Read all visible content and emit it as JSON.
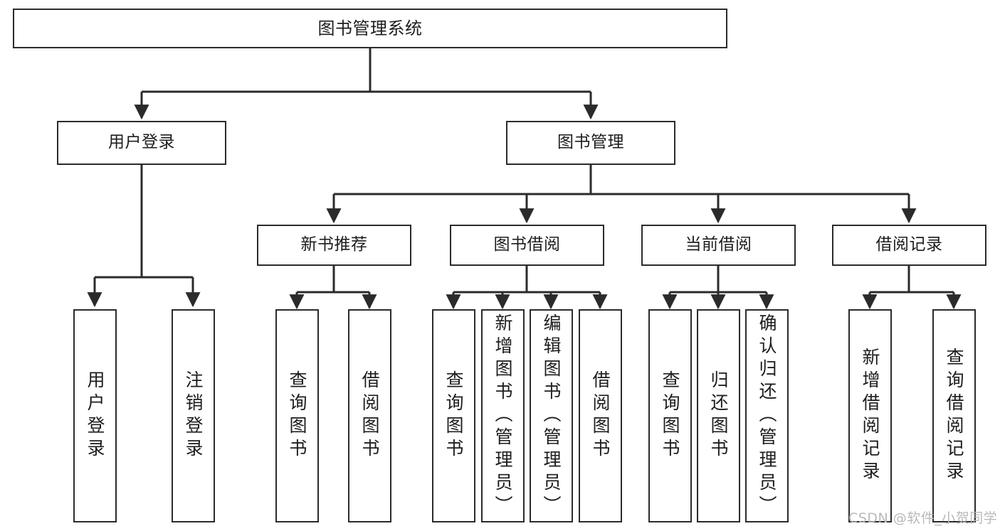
{
  "diagram": {
    "title": "图书管理系统",
    "type": "hierarchy-tree",
    "watermark": "CSDN @软件_小贺同学",
    "colors": {
      "stroke": "#2b2b2b",
      "fill": "#ffffff",
      "text": "#1d1d1d",
      "watermark": "#b9b9b9"
    },
    "levels": {
      "root": {
        "label": "图书管理系统"
      },
      "level2": [
        {
          "label": "用户登录"
        },
        {
          "label": "图书管理"
        }
      ],
      "level3": [
        {
          "label": "新书推荐"
        },
        {
          "label": "图书借阅"
        },
        {
          "label": "当前借阅"
        },
        {
          "label": "借阅记录"
        }
      ],
      "leaves": [
        {
          "label": "用户登录"
        },
        {
          "label": "注销登录"
        },
        {
          "label": "查询图书"
        },
        {
          "label": "借阅图书"
        },
        {
          "label": "查询图书"
        },
        {
          "label": "新增图书（管理员）"
        },
        {
          "label": "编辑图书（管理员）"
        },
        {
          "label": "借阅图书"
        },
        {
          "label": "查询图书"
        },
        {
          "label": "归还图书"
        },
        {
          "label": "确认归还（管理员）"
        },
        {
          "label": "新增借阅记录"
        },
        {
          "label": "查询借阅记录"
        }
      ]
    }
  }
}
